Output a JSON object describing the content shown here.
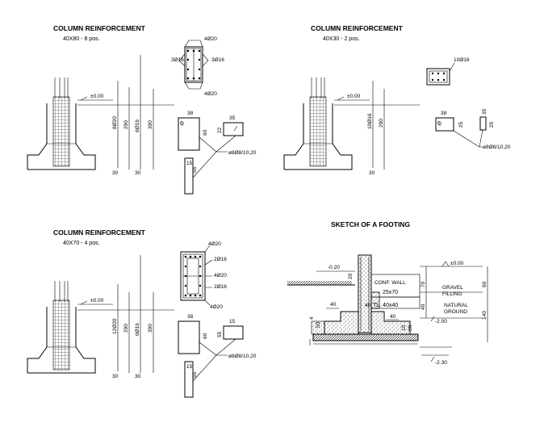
{
  "panels": [
    {
      "title": "COLUMN REINFORCEMENT",
      "subtitle": "40X80 - 8 pos.",
      "section_labels": [
        "4Ø20",
        "3Ø16",
        "3Ø16",
        "4Ø20"
      ],
      "level": "±0.00",
      "vertical_labels": [
        "8Ø20",
        "290",
        "6Ø16",
        "390"
      ],
      "dim_bottom": [
        "30",
        "30"
      ],
      "stirrup_a": [
        "38",
        "60",
        "Ø"
      ],
      "stirrup_b": [
        "35",
        "22"
      ],
      "stirrup_c": [
        "15",
        "55"
      ],
      "stirrup_spec": "ø8Ø8/10,20"
    },
    {
      "title": "COLUMN REINFORCEMENT",
      "subtitle": "40X30 - 2 pos.",
      "section_labels": [
        "10Ø16"
      ],
      "level": "±0.00",
      "vertical_labels": [
        "10Ø16",
        "290"
      ],
      "dim_bottom": [
        "30"
      ],
      "stirrup_a": [
        "38",
        "25",
        "Ø"
      ],
      "stirrup_b": [
        "35",
        "25"
      ],
      "stirrup_spec": "ø8Ø8/10,20"
    },
    {
      "title": "COLUMN REINFORCEMENT",
      "subtitle": "40X70 - 4 pos.",
      "section_labels": [
        "4Ø20",
        "2Ø16",
        "4Ø20",
        "2Ø16",
        "4Ø20"
      ],
      "level": "±0.00",
      "vertical_labels": [
        "12Ø20",
        "290",
        "6Ø16",
        "390"
      ],
      "dim_bottom": [
        "30",
        "30"
      ],
      "stirrup_a": [
        "38",
        "60"
      ],
      "stirrup_b": [
        "15",
        "55"
      ],
      "stirrup_c": [
        "15",
        "55"
      ],
      "stirrup_spec": "ø8Ø8/10,20"
    }
  ],
  "footing": {
    "title": "SKETCH OF A FOOTING",
    "labels": {
      "top_level": "-0.20",
      "zero_level": "±0.00",
      "conf_wall_1": "CONF. WALL",
      "conf_wall_2": "25x70",
      "tie": "TL. 40x40",
      "gravel_1": "GRAVEL",
      "gravel_2": "FILLING",
      "natural_1": "NATURAL",
      "natural_2": "GROUND",
      "level_mid": "-2.00",
      "level_bot": "-2.30",
      "dim_40a": "40",
      "dim_40b": "40",
      "dim_40c": "40",
      "dim_20": "20",
      "dim_70": "70",
      "dim_60": "60",
      "dim_40v": "40",
      "dim_140": "140",
      "dim_10": "10",
      "dim_90": "90",
      "dim_50": "50",
      "dim_4": "4"
    }
  },
  "colors": {
    "ink": "#000000",
    "background": "#ffffff"
  }
}
